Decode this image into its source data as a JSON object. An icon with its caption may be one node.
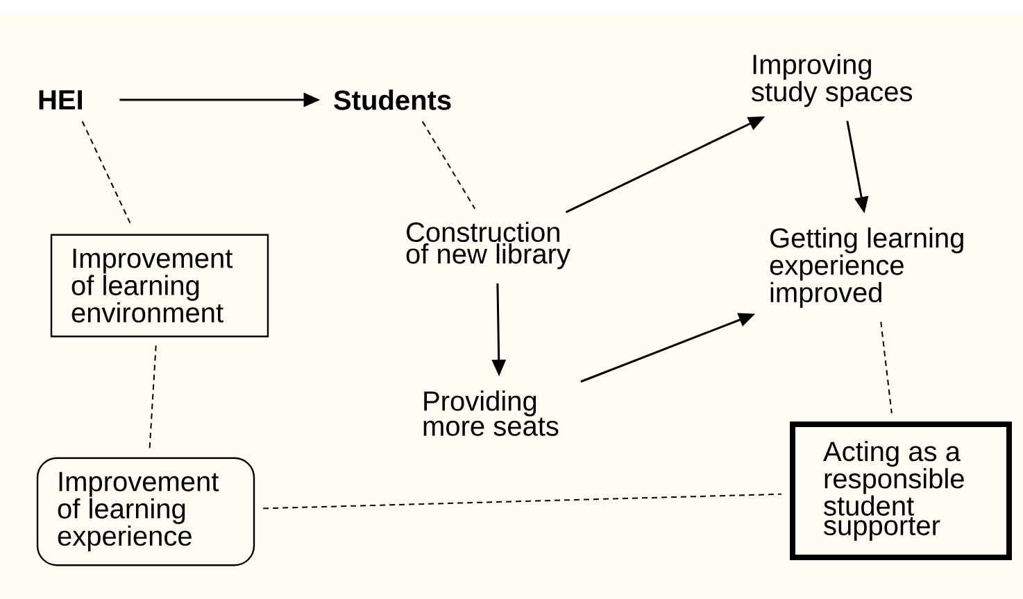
{
  "diagram": {
    "nodes": [
      {
        "text": [
          "HEI"
        ]
      },
      {
        "text": [
          "Students"
        ]
      },
      {
        "text": [
          "Improving study spaces"
        ]
      },
      {
        "text": [
          "Improvement of learning environment"
        ]
      },
      {
        "text": [
          "Construction of new library"
        ]
      },
      {
        "text": [
          "Getting learning experience improved"
        ]
      },
      {
        "text": [
          "Providing more seats"
        ]
      },
      {
        "text": [
          "Improvement of learning experience"
        ]
      },
      {
        "text": [
          "Acting as a responsible student supporter"
        ]
      }
    ],
    "edges": [
      {
        "from": 0,
        "to": 1,
        "arrow": "to"
      },
      {
        "from": 0,
        "to": 3,
        "arrow": "none",
        "style": "dashed"
      },
      {
        "from": 1,
        "to": 4,
        "arrow": "none",
        "style": "dashed"
      },
      {
        "from": 4,
        "to": 2,
        "arrow": "to"
      },
      {
        "from": 2,
        "to": 5,
        "arrow": "to"
      },
      {
        "from": 4,
        "to": 6,
        "arrow": "to"
      },
      {
        "from": 6,
        "to": 5,
        "arrow": "to"
      },
      {
        "from": 3,
        "to": 7,
        "arrow": "none",
        "style": "dashed"
      },
      {
        "from": 7,
        "to": 8,
        "arrow": "none",
        "style": "dashed"
      },
      {
        "from": 5,
        "to": 8,
        "arrow": "none",
        "style": "dashed"
      }
    ]
  }
}
